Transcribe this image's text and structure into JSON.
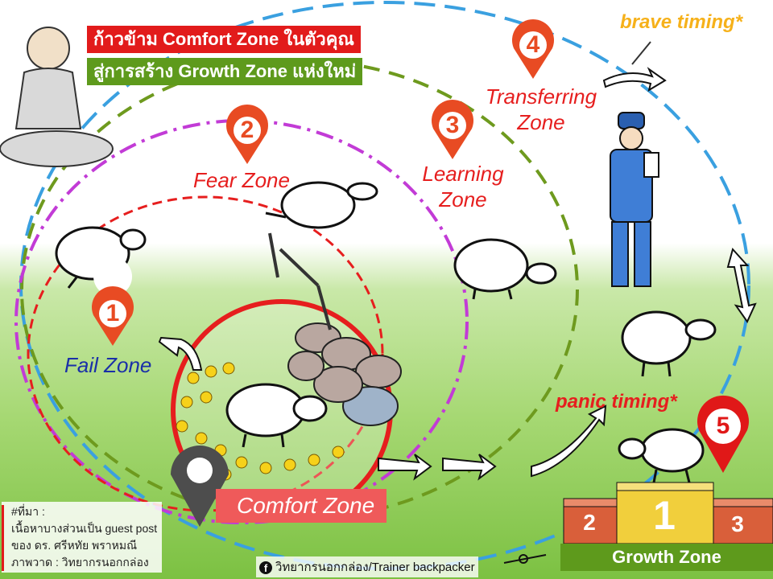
{
  "title": {
    "line1": "ก้าวข้าม Comfort Zone ในตัวคุณ",
    "line2": "สู่การสร้าง Growth Zone แห่งใหม่"
  },
  "zones": {
    "fail": {
      "number": "1",
      "label": "Fail Zone"
    },
    "fear": {
      "number": "2",
      "label": "Fear Zone"
    },
    "learning": {
      "number": "3",
      "label_line1": "Learning",
      "label_line2": "Zone"
    },
    "transferring": {
      "number": "4",
      "label_line1": "Transferring",
      "label_line2": "Zone"
    },
    "growth": {
      "number": "5",
      "label": "Growth Zone"
    },
    "comfort": {
      "label": "Comfort Zone"
    }
  },
  "timings": {
    "brave": "brave timing*",
    "panic": "panic timing*"
  },
  "podium": {
    "first": "1",
    "second": "2",
    "third": "3"
  },
  "credit": {
    "line1": "#ที่มา :",
    "line2": "เนื้อหาบางส่วนเป็น guest post",
    "line3": "ของ ดร. ศรีหทัย พราหมณี",
    "line4": "ภาพวาด : วิทยากรนอกกล่อง"
  },
  "footer": {
    "fb_glyph": "f",
    "text": "วิทยากรนอกกล่อง/Trainer backpacker"
  },
  "colors": {
    "red": "#e61e1e",
    "green": "#5e9a1c",
    "blue_circle": "#3aa0e0",
    "purple_circle": "#c23bd6",
    "yellow": "#f6b11a",
    "grass": "#8ecb4e"
  }
}
